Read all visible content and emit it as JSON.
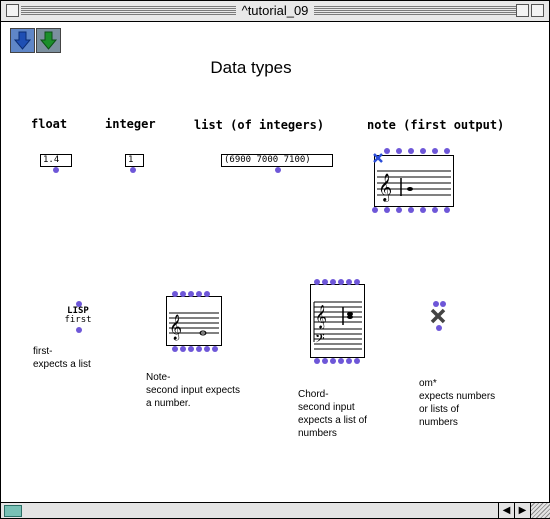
{
  "window": {
    "title": "^tutorial_09"
  },
  "heading": "Data types",
  "labels": {
    "float": "float",
    "integer": "integer",
    "list": "list (of integers)",
    "note": "note (first output)"
  },
  "boxes": {
    "float": "1.4",
    "integer": "1",
    "list": "(6900 7000 7100)"
  },
  "lisp": {
    "line1": "LISP",
    "line2": "first"
  },
  "captions": {
    "first": [
      "first-",
      "expects a list"
    ],
    "note": [
      "Note-",
      "second input expects",
      "a number."
    ],
    "chord": [
      "Chord-",
      "second input",
      "expects a list of",
      "numbers"
    ],
    "om": [
      "om*",
      "expects numbers",
      "or lists of",
      "numbers"
    ]
  },
  "icons": [
    "arrow-down-blue-icon",
    "arrow-down-green-icon",
    "close-icon",
    "scroll-left-icon",
    "scroll-right-icon",
    "resize-grip-icon"
  ],
  "colors": {
    "dot": "#6e57d8",
    "accent": "#3a7bd5"
  }
}
